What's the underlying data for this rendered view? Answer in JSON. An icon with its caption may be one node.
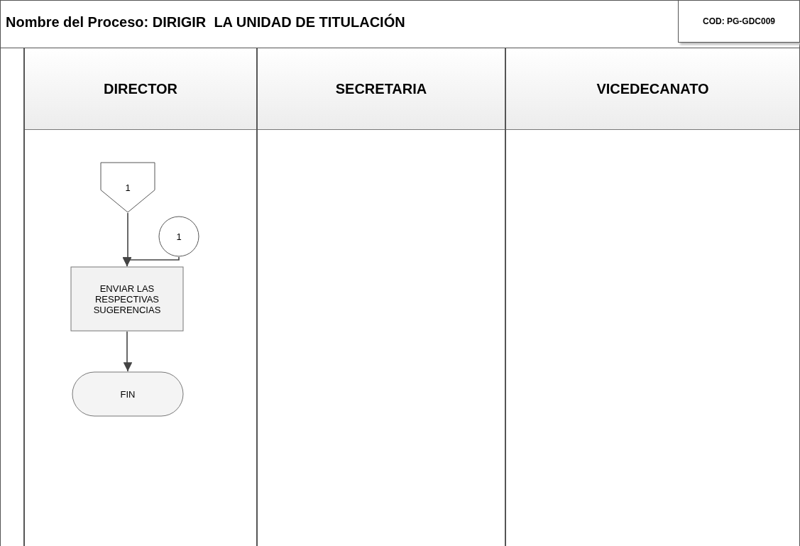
{
  "diagram": {
    "title": "Nombre del Proceso: DIRIGIR  LA UNIDAD DE TITULACIÓN",
    "nodes": [
      {
        "text": [
          "DIRECTOR"
        ]
      },
      {
        "text": [
          "SECRETARIA"
        ]
      },
      {
        "text": [
          "VICEDECANATO"
        ]
      },
      {
        "text": [
          "1"
        ],
        "in": 0
      },
      {
        "text": [
          "1"
        ],
        "in": 0
      },
      {
        "text": [
          "ENVIAR LAS RESPECTIVAS SUGERENCIAS"
        ],
        "in": 0
      },
      {
        "text": [
          "FIN"
        ],
        "in": 0
      }
    ],
    "edges": [
      {
        "from": 3,
        "to": 5,
        "arrow": "to"
      },
      {
        "from": 4,
        "to": 5,
        "arrow": "to"
      },
      {
        "from": 5,
        "to": 6,
        "arrow": "to"
      }
    ],
    "labels": [
      "COD: PG-GDC009"
    ]
  }
}
